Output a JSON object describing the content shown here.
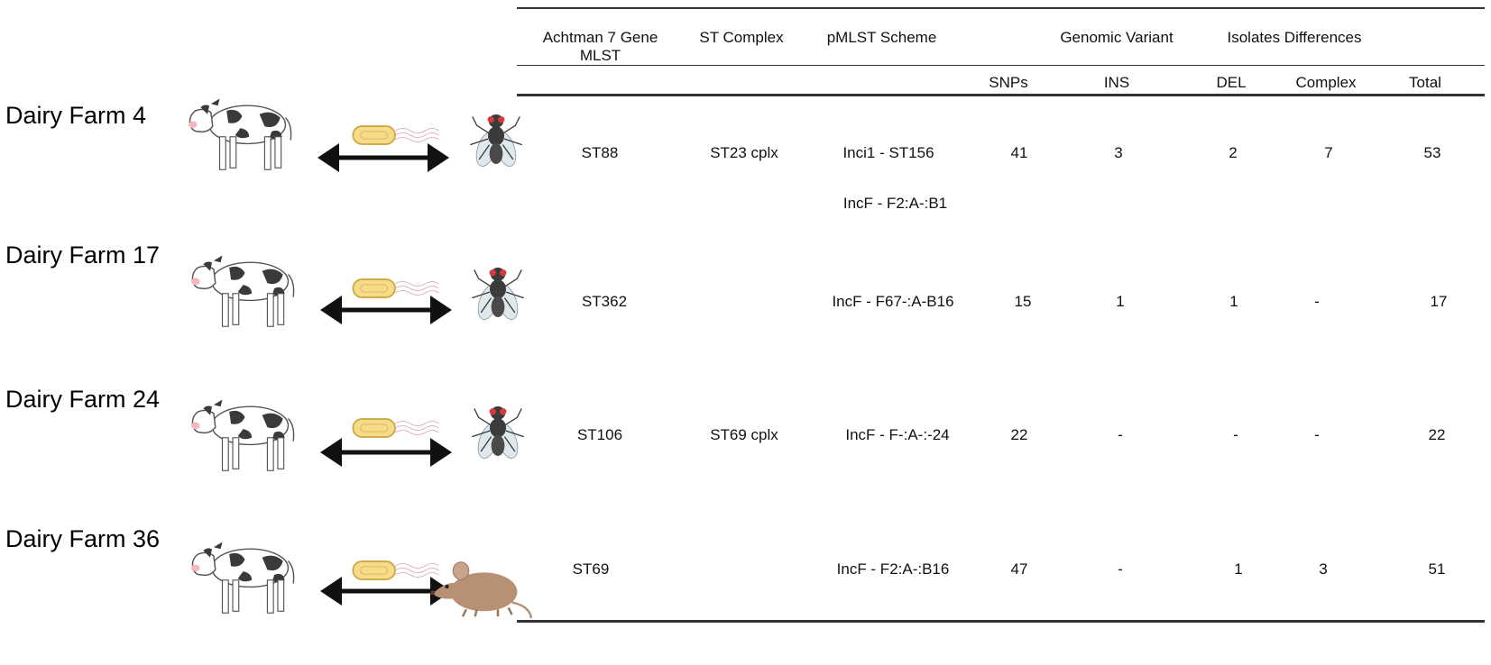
{
  "table": {
    "headers": {
      "achtman_line1": "Achtman 7 Gene",
      "achtman_line2": "MLST",
      "st_complex": "ST Complex",
      "pmlst": "pMLST Scheme",
      "genomic_variant": "Genomic Variant",
      "isolates_differences": "Isolates Differences",
      "snps": "SNPs",
      "ins": "INS",
      "del": "DEL",
      "complex": "Complex",
      "total": "Total"
    },
    "rows": [
      {
        "farm": "Dairy Farm 4",
        "host": "fly",
        "mlst": "ST88",
        "st_complex": "ST23 cplx",
        "pmlst": "Inci1 - ST156",
        "pmlst2": "IncF - F2:A-:B1",
        "snps": "41",
        "ins": "3",
        "del": "2",
        "complex": "7",
        "total": "53"
      },
      {
        "farm": "Dairy Farm 17",
        "host": "fly",
        "mlst": "ST362",
        "st_complex": "",
        "pmlst": "IncF - F67-:A-B16",
        "pmlst2": "",
        "snps": "15",
        "ins": "1",
        "del": "1",
        "complex": "-",
        "total": "17"
      },
      {
        "farm": "Dairy Farm 24",
        "host": "fly",
        "mlst": "ST106",
        "st_complex": "ST69 cplx",
        "pmlst": "IncF - F-:A-:-24",
        "pmlst2": "",
        "snps": "22",
        "ins": "-",
        "del": "-",
        "complex": "-",
        "total": "22"
      },
      {
        "farm": "Dairy Farm 36",
        "host": "mouse",
        "mlst": "ST69",
        "st_complex": "",
        "pmlst": "IncF - F2:A-:B16",
        "pmlst2": "",
        "snps": "47",
        "ins": "-",
        "del": "1",
        "complex": "3",
        "total": "51"
      }
    ]
  },
  "icons": {
    "cow": "cow-icon",
    "arrow": "double-arrow-icon",
    "bacterium": "bacterium-icon",
    "fly": "fly-icon",
    "mouse": "mouse-icon"
  },
  "colors": {
    "rule": "#333333",
    "bacterium_fill": "#f6dc8a",
    "bacterium_stroke": "#c9a43a",
    "cow_patch": "#3a3a3a",
    "fly_body": "#3b3b3b",
    "fly_eye": "#d63a3a",
    "mouse_fur": "#b89074"
  }
}
